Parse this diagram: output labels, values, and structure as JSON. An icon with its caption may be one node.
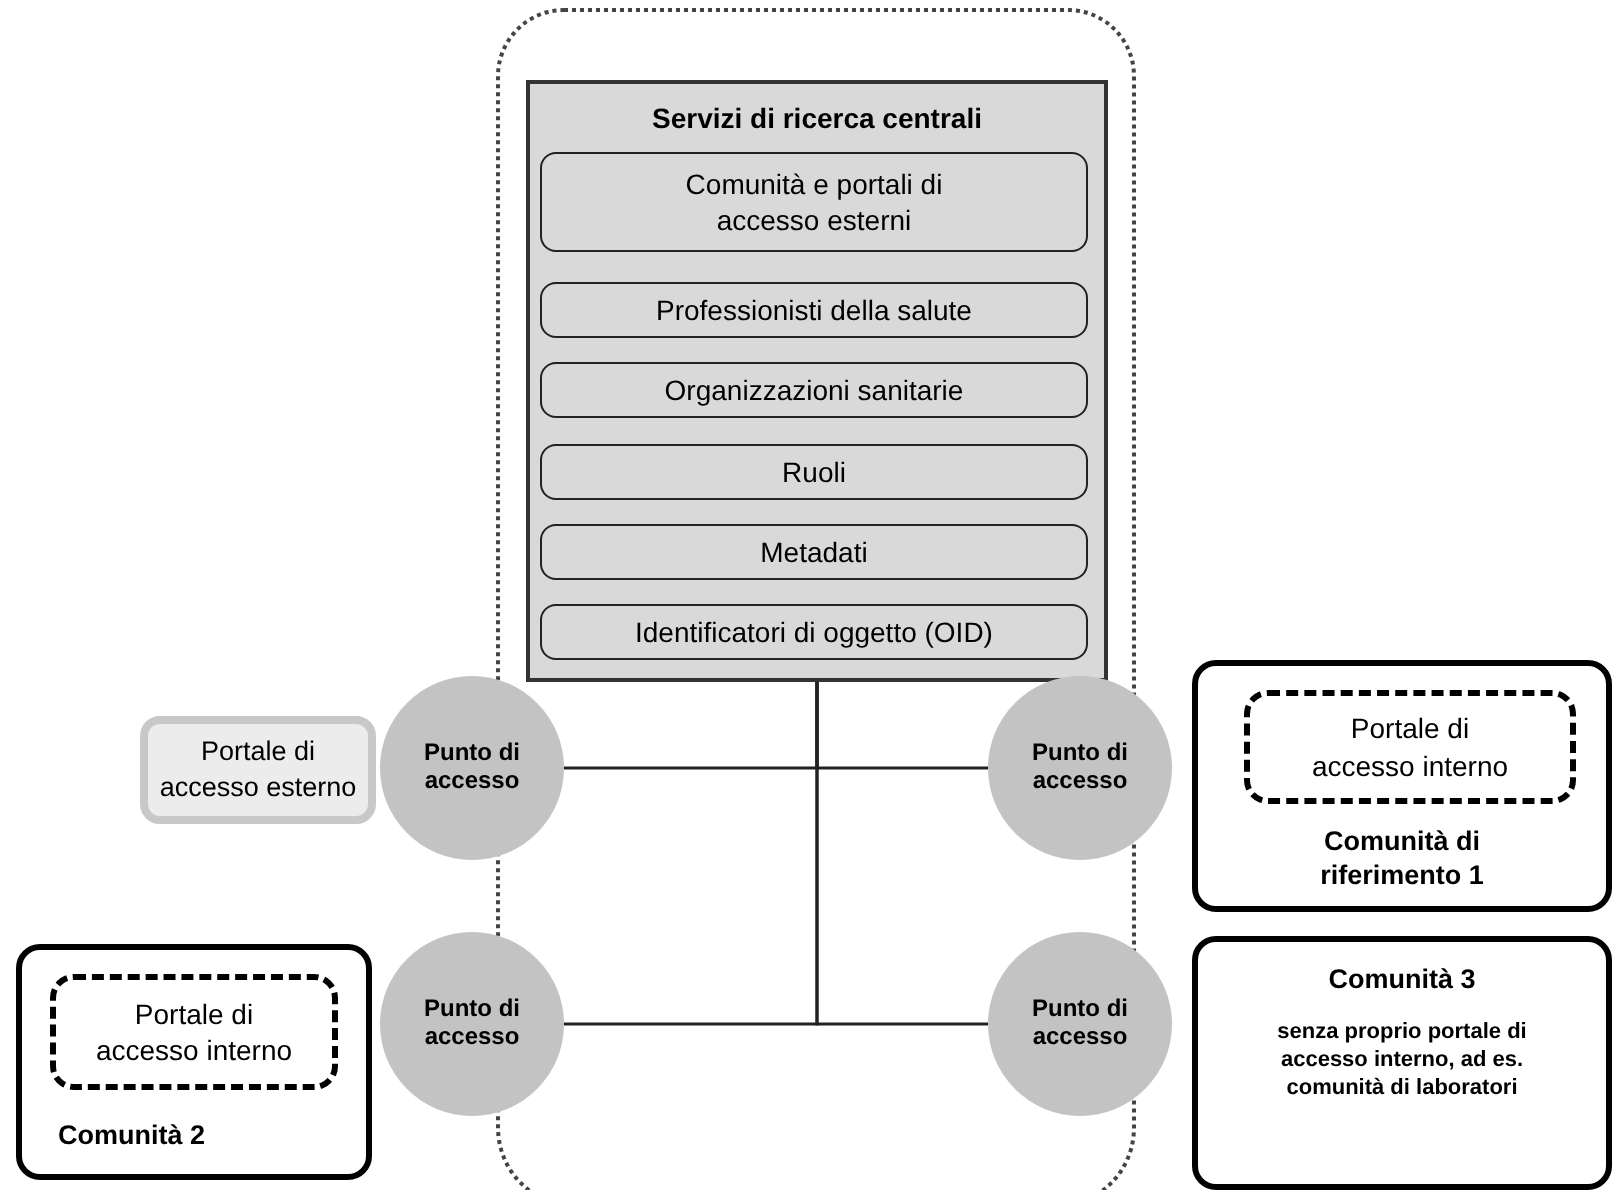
{
  "diagram": {
    "nodes": [
      {
        "text": [],
        "shape": "box"
      },
      {
        "text": [
          "Servizi di ricerca centrali"
        ],
        "in": 0
      },
      {
        "text": [
          "Comunità e portali di accesso esterni"
        ],
        "in": 1
      },
      {
        "text": [
          "Professionisti della salute"
        ],
        "in": 1
      },
      {
        "text": [
          "Organizzazioni sanitarie"
        ],
        "in": 1
      },
      {
        "text": [
          "Ruoli"
        ],
        "in": 1
      },
      {
        "text": [
          "Metadati"
        ],
        "in": 1
      },
      {
        "text": [
          "Identificatori di oggetto (OID)"
        ],
        "in": 1
      },
      {
        "text": [
          "Punto di accesso"
        ]
      },
      {
        "text": [
          "Punto di accesso"
        ]
      },
      {
        "text": [
          "Punto di accesso"
        ]
      },
      {
        "text": [
          "Punto di accesso"
        ]
      },
      {
        "text": [
          "Portale di accesso esterno"
        ]
      },
      {
        "text": [
          "Comunità 2"
        ]
      },
      {
        "text": [
          "Portale di accesso interno"
        ],
        "in": 13
      },
      {
        "text": [
          "Comunità di riferimento 1"
        ]
      },
      {
        "text": [
          "Portale di accesso interno"
        ],
        "in": 15
      },
      {
        "text": [
          "Comunità 3",
          "senza proprio portale di accesso interno, ad es. comunità di laboratori"
        ]
      }
    ],
    "edges": [
      {
        "from": 1,
        "to": 8,
        "arrow": "none"
      },
      {
        "from": 1,
        "to": 9,
        "arrow": "none"
      },
      {
        "from": 1,
        "to": 10,
        "arrow": "none"
      },
      {
        "from": 1,
        "to": 11,
        "arrow": "none"
      }
    ]
  }
}
